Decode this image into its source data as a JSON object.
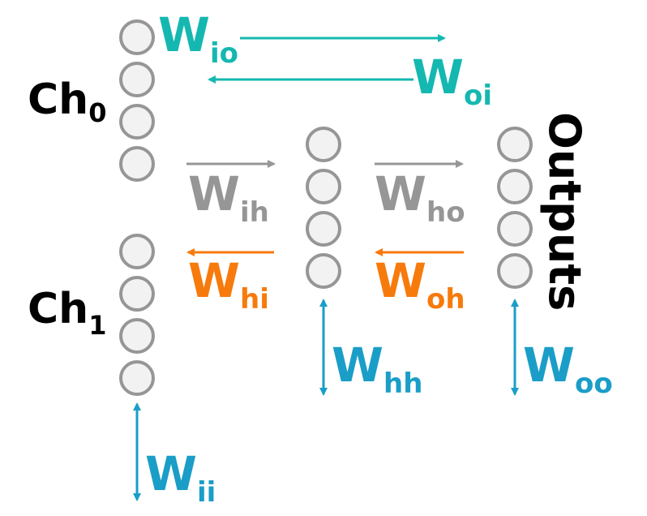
{
  "colors": {
    "node_fill": "#f2f2f2",
    "node_stroke": "#969696",
    "teal": "#14b8b0",
    "gray": "#969696",
    "orange": "#f77a0c",
    "blue": "#1a9ec7",
    "black": "#000000"
  },
  "layers": [
    {
      "id": "ch0",
      "label": "Ch",
      "subscript": "0",
      "node_count": 4
    },
    {
      "id": "ch1",
      "label": "Ch",
      "subscript": "1",
      "node_count": 4
    },
    {
      "id": "hidden",
      "label": "",
      "subscript": "",
      "node_count": 4
    },
    {
      "id": "outputs",
      "label": "Outputs",
      "subscript": "",
      "node_count": 4
    }
  ],
  "weights": [
    {
      "id": "io",
      "base": "W",
      "sub": "io",
      "color": "teal",
      "direction": "right",
      "from": "ch0",
      "to": "outputs"
    },
    {
      "id": "oi",
      "base": "W",
      "sub": "oi",
      "color": "teal",
      "direction": "left",
      "from": "outputs",
      "to": "ch0"
    },
    {
      "id": "ih",
      "base": "W",
      "sub": "ih",
      "color": "gray",
      "direction": "right",
      "from": "inputs",
      "to": "hidden"
    },
    {
      "id": "hi",
      "base": "W",
      "sub": "hi",
      "color": "orange",
      "direction": "left",
      "from": "hidden",
      "to": "inputs"
    },
    {
      "id": "ho",
      "base": "W",
      "sub": "ho",
      "color": "gray",
      "direction": "right",
      "from": "hidden",
      "to": "outputs"
    },
    {
      "id": "oh",
      "base": "W",
      "sub": "oh",
      "color": "orange",
      "direction": "left",
      "from": "outputs",
      "to": "hidden"
    },
    {
      "id": "hh",
      "base": "W",
      "sub": "hh",
      "color": "blue",
      "direction": "bidirectional",
      "from": "hidden",
      "to": "hidden"
    },
    {
      "id": "oo",
      "base": "W",
      "sub": "oo",
      "color": "blue",
      "direction": "bidirectional",
      "from": "outputs",
      "to": "outputs"
    },
    {
      "id": "ii",
      "base": "W",
      "sub": "ii",
      "color": "blue",
      "direction": "bidirectional",
      "from": "inputs",
      "to": "inputs"
    }
  ]
}
